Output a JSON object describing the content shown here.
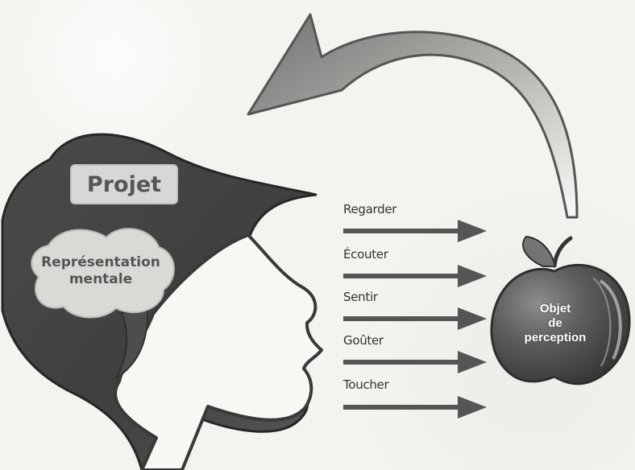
{
  "labels": {
    "projet": "Projet",
    "representation": "Représentation\nmentale",
    "object": "Objet\nde\nperception"
  },
  "senses": [
    {
      "label": "Regarder"
    },
    {
      "label": "Écouter"
    },
    {
      "label": "Sentir"
    },
    {
      "label": "Goûter"
    },
    {
      "label": "Toucher"
    }
  ],
  "colors": {
    "head": "#4a4a4a",
    "projet_box": "#d6d6d6",
    "representation_cloud": "#d8d8d8",
    "arrows": "#555555",
    "apple_body": "#5f5f5f",
    "apple_light": "#a8a8a8",
    "leaf": "#6b6b6b",
    "curved_arrow": "#6c6c6c"
  }
}
